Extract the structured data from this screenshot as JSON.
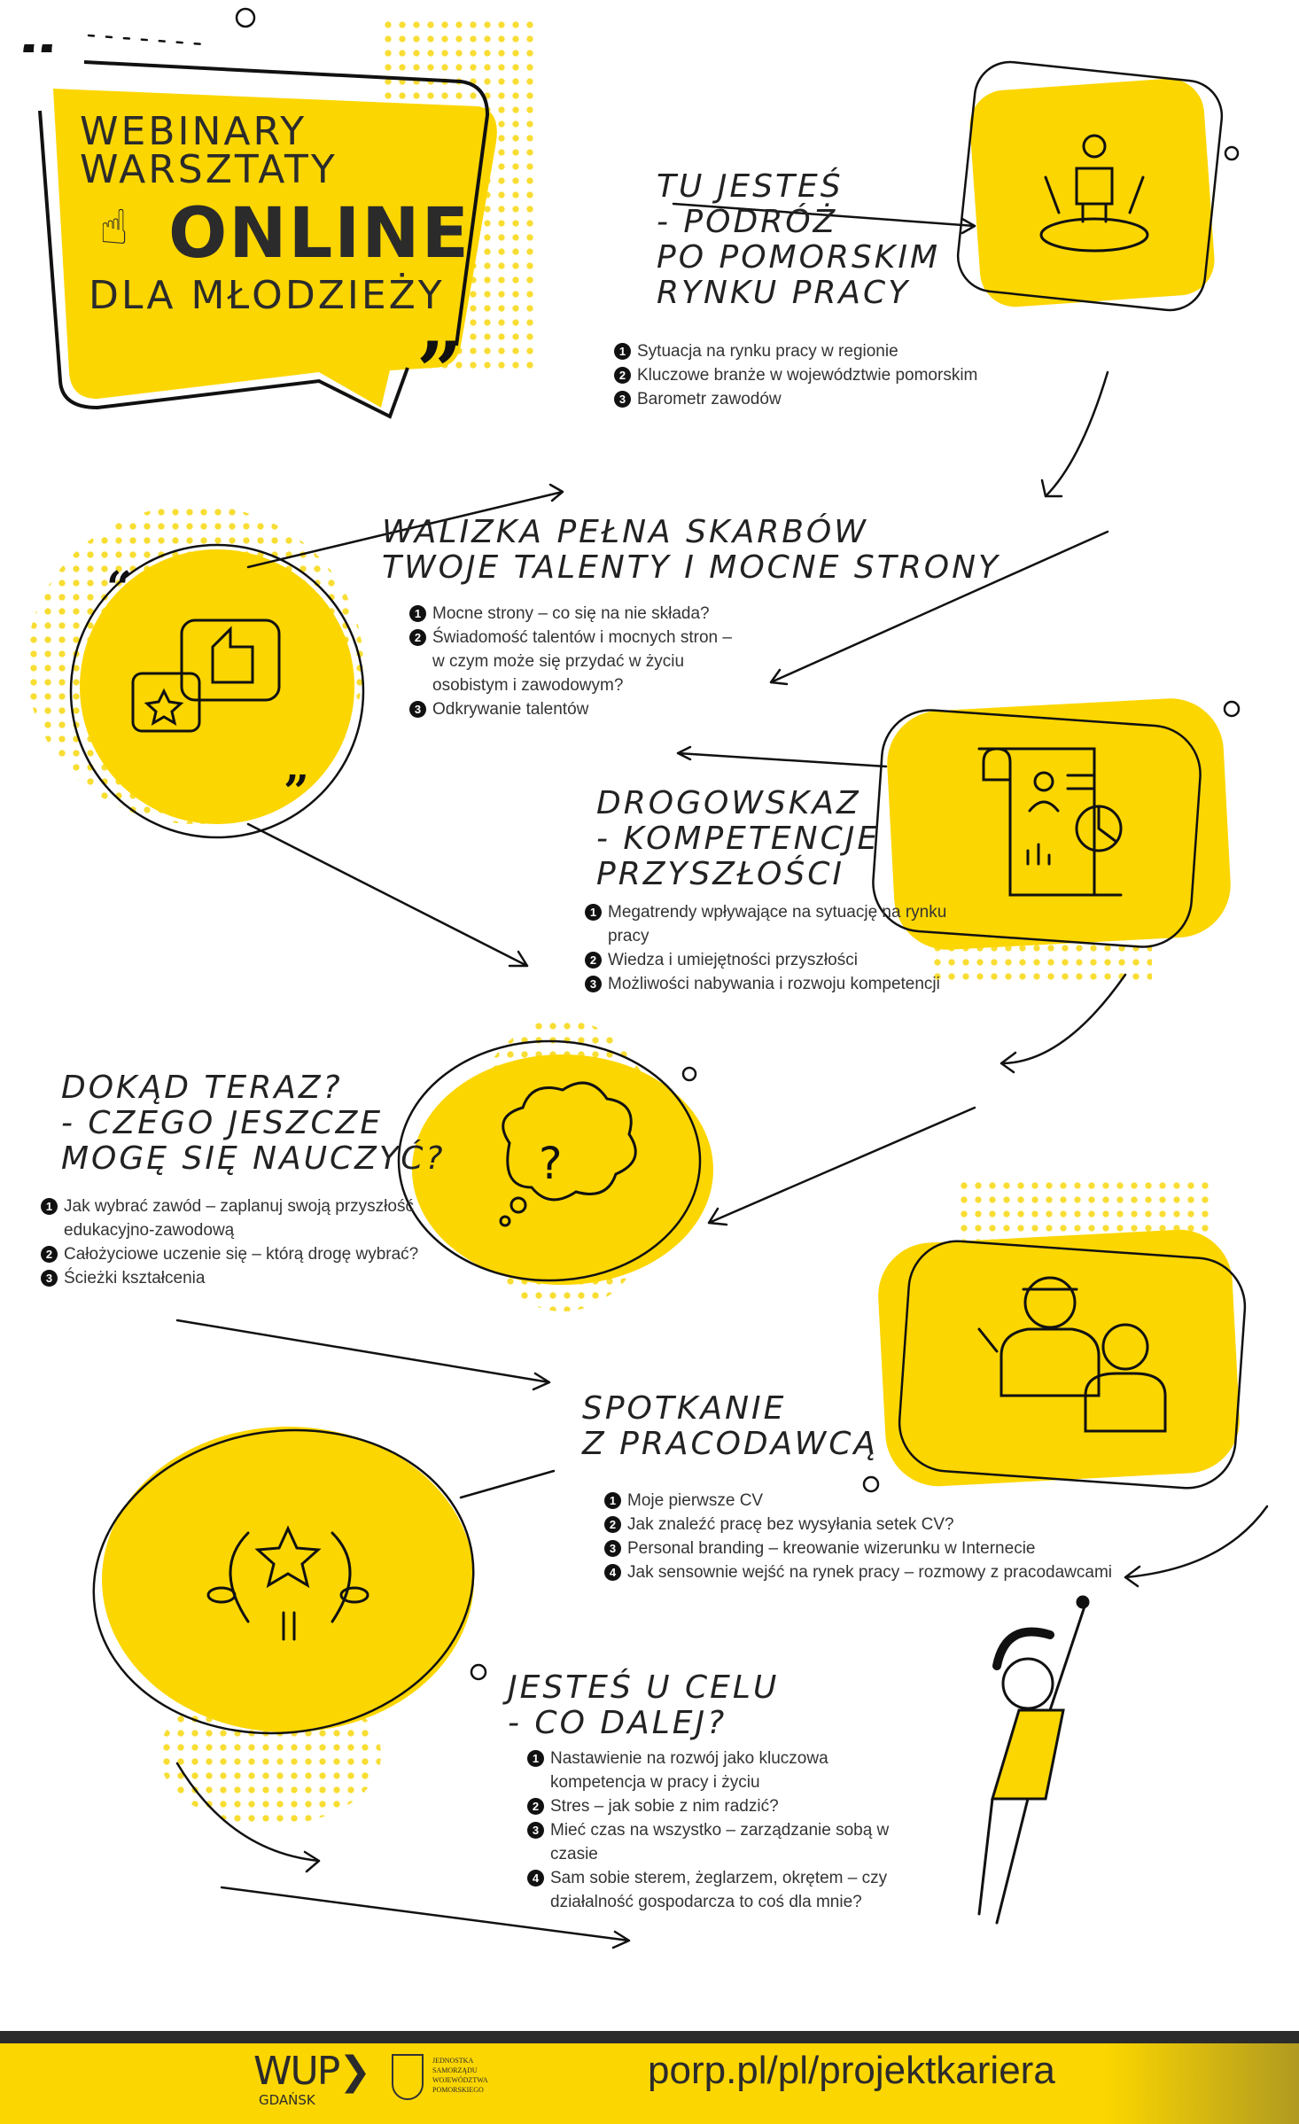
{
  "header": {
    "line1": "WEBINARY",
    "line2": "WARSZTATY",
    "line3": "ONLINE",
    "line4": "DLA MŁODZIEŻY"
  },
  "sections": [
    {
      "title": [
        "TU JESTEŚ",
        "- PODRÓŻ",
        "PO POMORSKIM",
        "RYNKU PRACY"
      ],
      "items": [
        [
          "1",
          "Sytuacja na rynku pracy w regionie"
        ],
        [
          "2",
          "Kluczowe branże w województwie pomorskim"
        ],
        [
          "3",
          "Barometr zawodów"
        ]
      ]
    },
    {
      "title": [
        "WALIZKA PEŁNA SKARBÓW",
        "TWOJE TALENTY I MOCNE STRONY"
      ],
      "items": [
        [
          "1",
          "Mocne strony – co się na nie składa?"
        ],
        [
          "2",
          "Świadomość talentów i mocnych stron – w czym może się przydać w życiu osobistym i zawodowym?"
        ],
        [
          "3",
          "Odkrywanie talentów"
        ]
      ]
    },
    {
      "title": [
        "DROGOWSKAZ",
        "- KOMPETENCJE",
        "PRZYSZŁOŚCI"
      ],
      "items": [
        [
          "1",
          "Megatrendy wpływające na sytuację na rynku pracy"
        ],
        [
          "2",
          "Wiedza i umiejętności przyszłości"
        ],
        [
          "3",
          "Możliwości nabywania i rozwoju kompetencji"
        ]
      ]
    },
    {
      "title": [
        "DOKĄD TERAZ?",
        "- CZEGO JESZCZE",
        "MOGĘ SIĘ NAUCZYĆ?"
      ],
      "items": [
        [
          "1",
          "Jak wybrać zawód – zaplanuj swoją przyszłość edukacyjno-zawodową"
        ],
        [
          "2",
          "Całożyciowe uczenie się – którą drogę wybrać?"
        ],
        [
          "3",
          "Ścieżki kształcenia"
        ]
      ]
    },
    {
      "title": [
        "SPOTKANIE",
        "Z PRACODAWCĄ"
      ],
      "items": [
        [
          "1",
          "Moje pierwsze CV"
        ],
        [
          "2",
          "Jak znaleźć pracę bez wysyłania setek CV?"
        ],
        [
          "3",
          "Personal branding – kreowanie wizerunku w Internecie"
        ],
        [
          "4",
          "Jak sensownie wejść na rynek pracy – rozmowy z pracodawcami"
        ]
      ]
    },
    {
      "title": [
        "JESTEŚ U CELU",
        "- CO DALEJ?"
      ],
      "items": [
        [
          "1",
          "Nastawienie na rozwój jako kluczowa kompetencja w pracy i życiu"
        ],
        [
          "2",
          "Stres – jak sobie z nim radzić?"
        ],
        [
          "3",
          "Mieć czas na wszystko – zarządzanie sobą w czasie"
        ],
        [
          "4",
          "Sam sobie sterem, żeglarzem, okrętem – czy działalność gospodarcza to coś dla mnie?"
        ]
      ]
    }
  ],
  "footer": {
    "wup": "WUP",
    "wup_city": "GDAŃSK",
    "jst": "JEDNOSTKA SAMORZĄDU WOJEWÓDZTWA POMORSKIEGO",
    "url": "porp.pl/pl/projektkariera"
  },
  "colors": {
    "accent": "#fcd600",
    "ink": "#222222"
  }
}
